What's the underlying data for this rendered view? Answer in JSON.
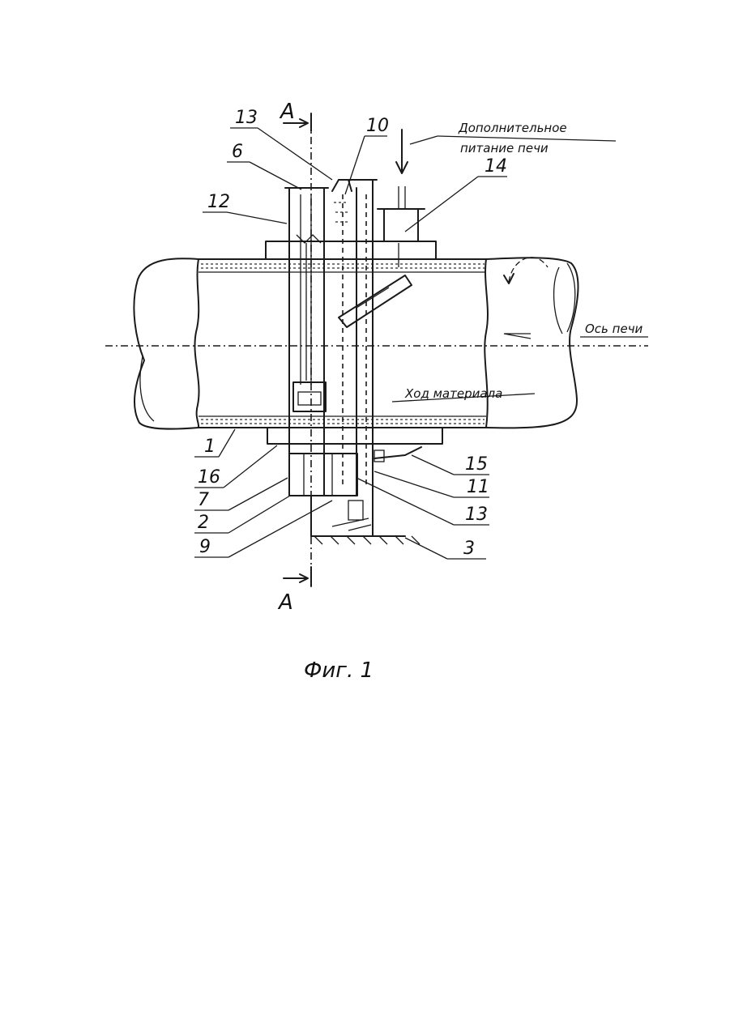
{
  "labels": {
    "l13_top": "13",
    "l6": "6",
    "l12": "12",
    "l10": "10",
    "l14": "14",
    "l1": "1",
    "l16": "16",
    "l7": "7",
    "l2": "2",
    "l9": "9",
    "l15": "15",
    "l11": "11",
    "l13_bottom": "13",
    "l3": "3",
    "section_top": "A",
    "section_bottom": "A"
  },
  "notes": {
    "supply_line1": "Дополнительное",
    "supply_line2": "питание печи",
    "kiln_axis": "Ось печи",
    "material_flow": "Ход материала"
  },
  "caption": "Фиг. 1"
}
